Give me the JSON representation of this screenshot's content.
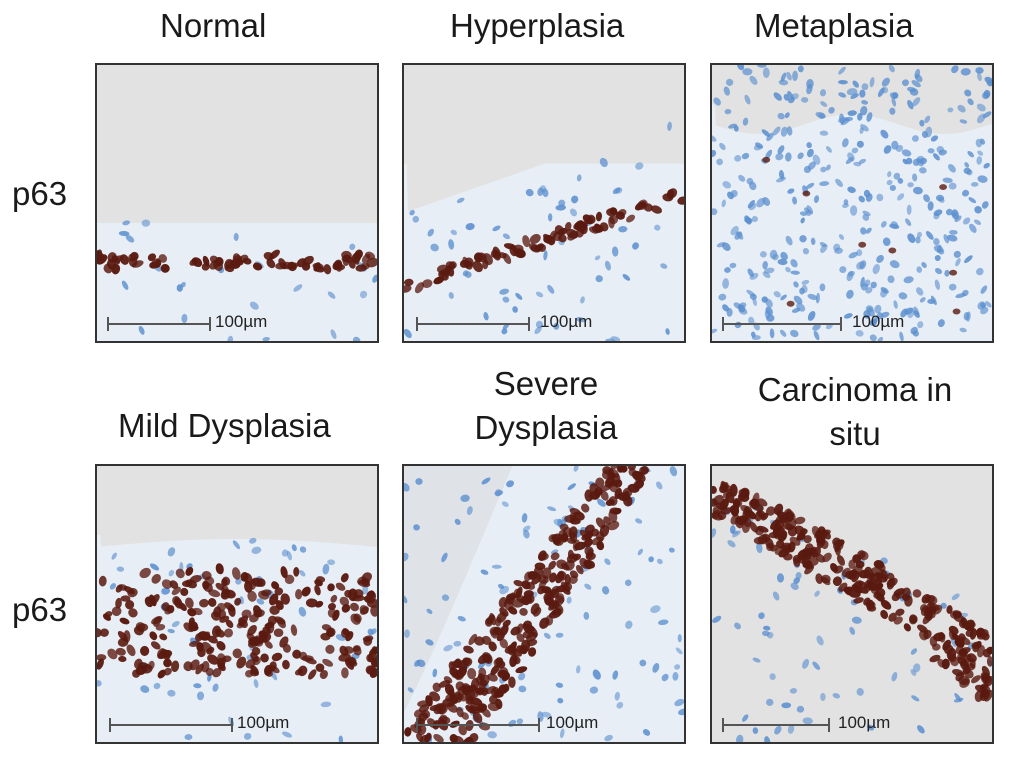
{
  "figure": {
    "columns_top": [
      "Normal",
      "Hyperplasia",
      "Metaplasia"
    ],
    "columns_bottom": [
      "Mild Dysplasia",
      "Severe Dysplasia",
      "Carcinoma in situ"
    ],
    "row_labels": [
      "p63",
      "p63"
    ],
    "scale_label": "100µm"
  },
  "panels": [
    {
      "name": "normal",
      "stain_level": 0.15
    },
    {
      "name": "hyperplasia",
      "stain_level": 0.3
    },
    {
      "name": "metaplasia",
      "stain_level": 0.05
    },
    {
      "name": "mild-dysplasia",
      "stain_level": 0.6
    },
    {
      "name": "severe-dysplasia",
      "stain_level": 0.8
    },
    {
      "name": "carcinoma-in-situ",
      "stain_level": 0.85
    }
  ],
  "colors": {
    "nucleus_brown": "#5a1a10",
    "nucleus_blue": "#5b8fcf",
    "background": "#e2e2e2",
    "stroma": "#e8eef5"
  }
}
